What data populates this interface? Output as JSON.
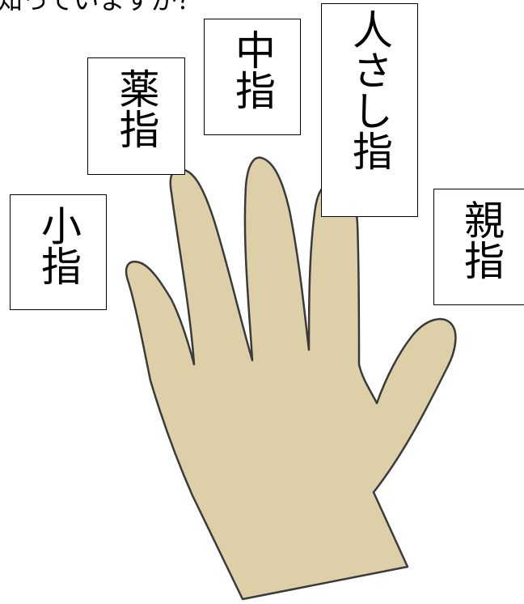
{
  "question": {
    "text": "知っていますか？"
  },
  "labels": {
    "pinky": "小指",
    "ring": "薬指",
    "middle": "中指",
    "index": "人さし指",
    "thumb": "親指"
  },
  "colors": {
    "hand_fill": "#ddd0a8",
    "hand_outline": "#3a3a3a",
    "box_border": "#000000"
  }
}
